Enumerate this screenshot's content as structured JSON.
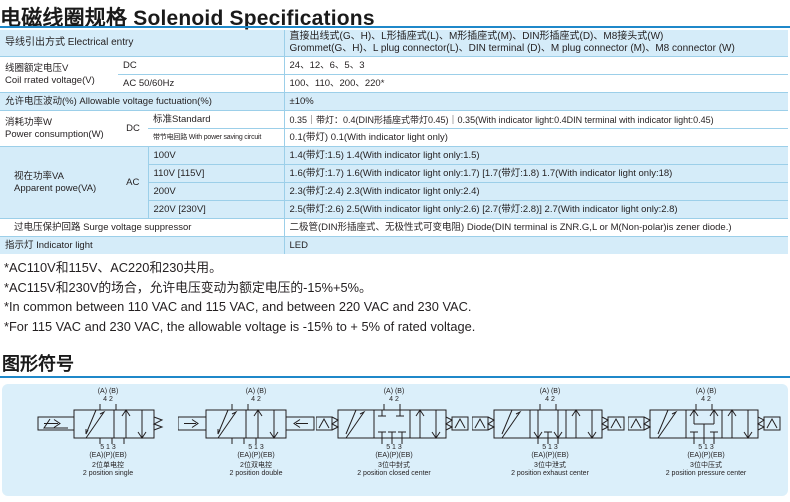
{
  "title": "电磁线圈规格 Solenoid Specifications",
  "table": {
    "header": {
      "left": "导线引出方式 Electrical entry",
      "right_line1": "直接出线式(G、H)、L形插座式(L)、M形插座式(M)、DIN形插座式(D)、M8接头式(W)",
      "right_line2": "Grommet(G、H)、L plug connector(L)、DIN terminal (D)、M plug connector (M)、M8 connector (W)"
    },
    "rated_voltage": {
      "label_cn": "线圈额定电压V",
      "label_en": "Coil rrated voltage(V)",
      "dc_label": "DC",
      "dc_value": "24、12、6、5、3",
      "ac_label": "AC 50/60Hz",
      "ac_value": "100、110、200、220*"
    },
    "fluctuation": {
      "label": "允许电压波动(%) Allowable voltage fuctuation(%)",
      "value": "±10%"
    },
    "power": {
      "label_cn": "消耗功率W",
      "label_en": "Power consumption(W)",
      "dc_label": "DC",
      "standard_label": "标准Standard",
      "standard_value": "0.35｜带灯：0.4(DIN形插座式带灯0.45)｜0.35(With indicator light:0.4DIN terminal with indicator light:0.45)",
      "saving_label": "带节电回路 With power saving circuit",
      "saving_value": "0.1(带灯) 0.1(With indicator light only)"
    },
    "apparent": {
      "label_cn": "视在功率VA",
      "label_en": "Apparent powe(VA)",
      "ac_label": "AC",
      "rows": [
        {
          "voltage": "100V",
          "value": "1.4(带灯:1.5) 1.4(With indicator light only:1.5)"
        },
        {
          "voltage": "110V  [115V]",
          "value": "1.6(带灯:1.7) 1.6(With indicator light only:1.7)  [1.7(带灯:1.8) 1.7(With indicator light only:18)"
        },
        {
          "voltage": "200V",
          "value": "2.3(带灯:2.4) 2.3(With indicator light only:2.4)"
        },
        {
          "voltage": "220V  [230V]",
          "value": "2.5(带灯:2.6) 2.5(With indicator light only:2.6)  [2.7(带灯:2.8)] 2.7(With indicator light only:2.8)"
        }
      ]
    },
    "surge": {
      "label": "过电压保护回路 Surge voltage suppressor",
      "value": "二极管(DIN形插座式、无极性式可变电阻) Diode(DIN terminal is ZNR.G,L or M(Non-polar)is zener diode.)"
    },
    "indicator": {
      "label": "指示灯 Indicator light",
      "value": "LED"
    }
  },
  "notes": [
    "*AC110V和115V、AC220和230共用。",
    "*AC115V和230V的场合，允许电压变动为额定电压的-15%+5%。",
    "*In common between 110 VAC and 115 VAC, and between 220 VAC and 230 VAC.",
    "*For 115 VAC and 230 VAC, the allowable voltage is -15% to + 5% of rated voltage."
  ],
  "symbols_title": "图形符号",
  "symbols": [
    {
      "top_ports": "(A) (B)",
      "top_nums": "4  2",
      "bottom_nums": "5  1  3",
      "bottom_ports": "(EA)(P)(EB)",
      "cn": "2位单电控",
      "en": "2 position single"
    },
    {
      "top_ports": "(A) (B)",
      "top_nums": "4  2",
      "bottom_nums": "5  1  3",
      "bottom_ports": "(EA)(P)(EB)",
      "cn": "2位双电控",
      "en": "2 position double"
    },
    {
      "top_ports": "(A) (B)",
      "top_nums": "4  2",
      "bottom_nums": "5  1  3",
      "bottom_ports": "(EA)(P)(EB)",
      "cn": "3位中封式",
      "en": "2 position closed center"
    },
    {
      "top_ports": "(A) (B)",
      "top_nums": "4  2",
      "bottom_nums": "5  1  3",
      "bottom_ports": "(EA)(P)(EB)",
      "cn": "3位中泄式",
      "en": "2 position exhaust center"
    },
    {
      "top_ports": "(A) (B)",
      "top_nums": "4  2",
      "bottom_nums": "5  1  3",
      "bottom_ports": "(EA)(P)(EB)",
      "cn": "3位中压式",
      "en": "2 position pressure center"
    }
  ]
}
